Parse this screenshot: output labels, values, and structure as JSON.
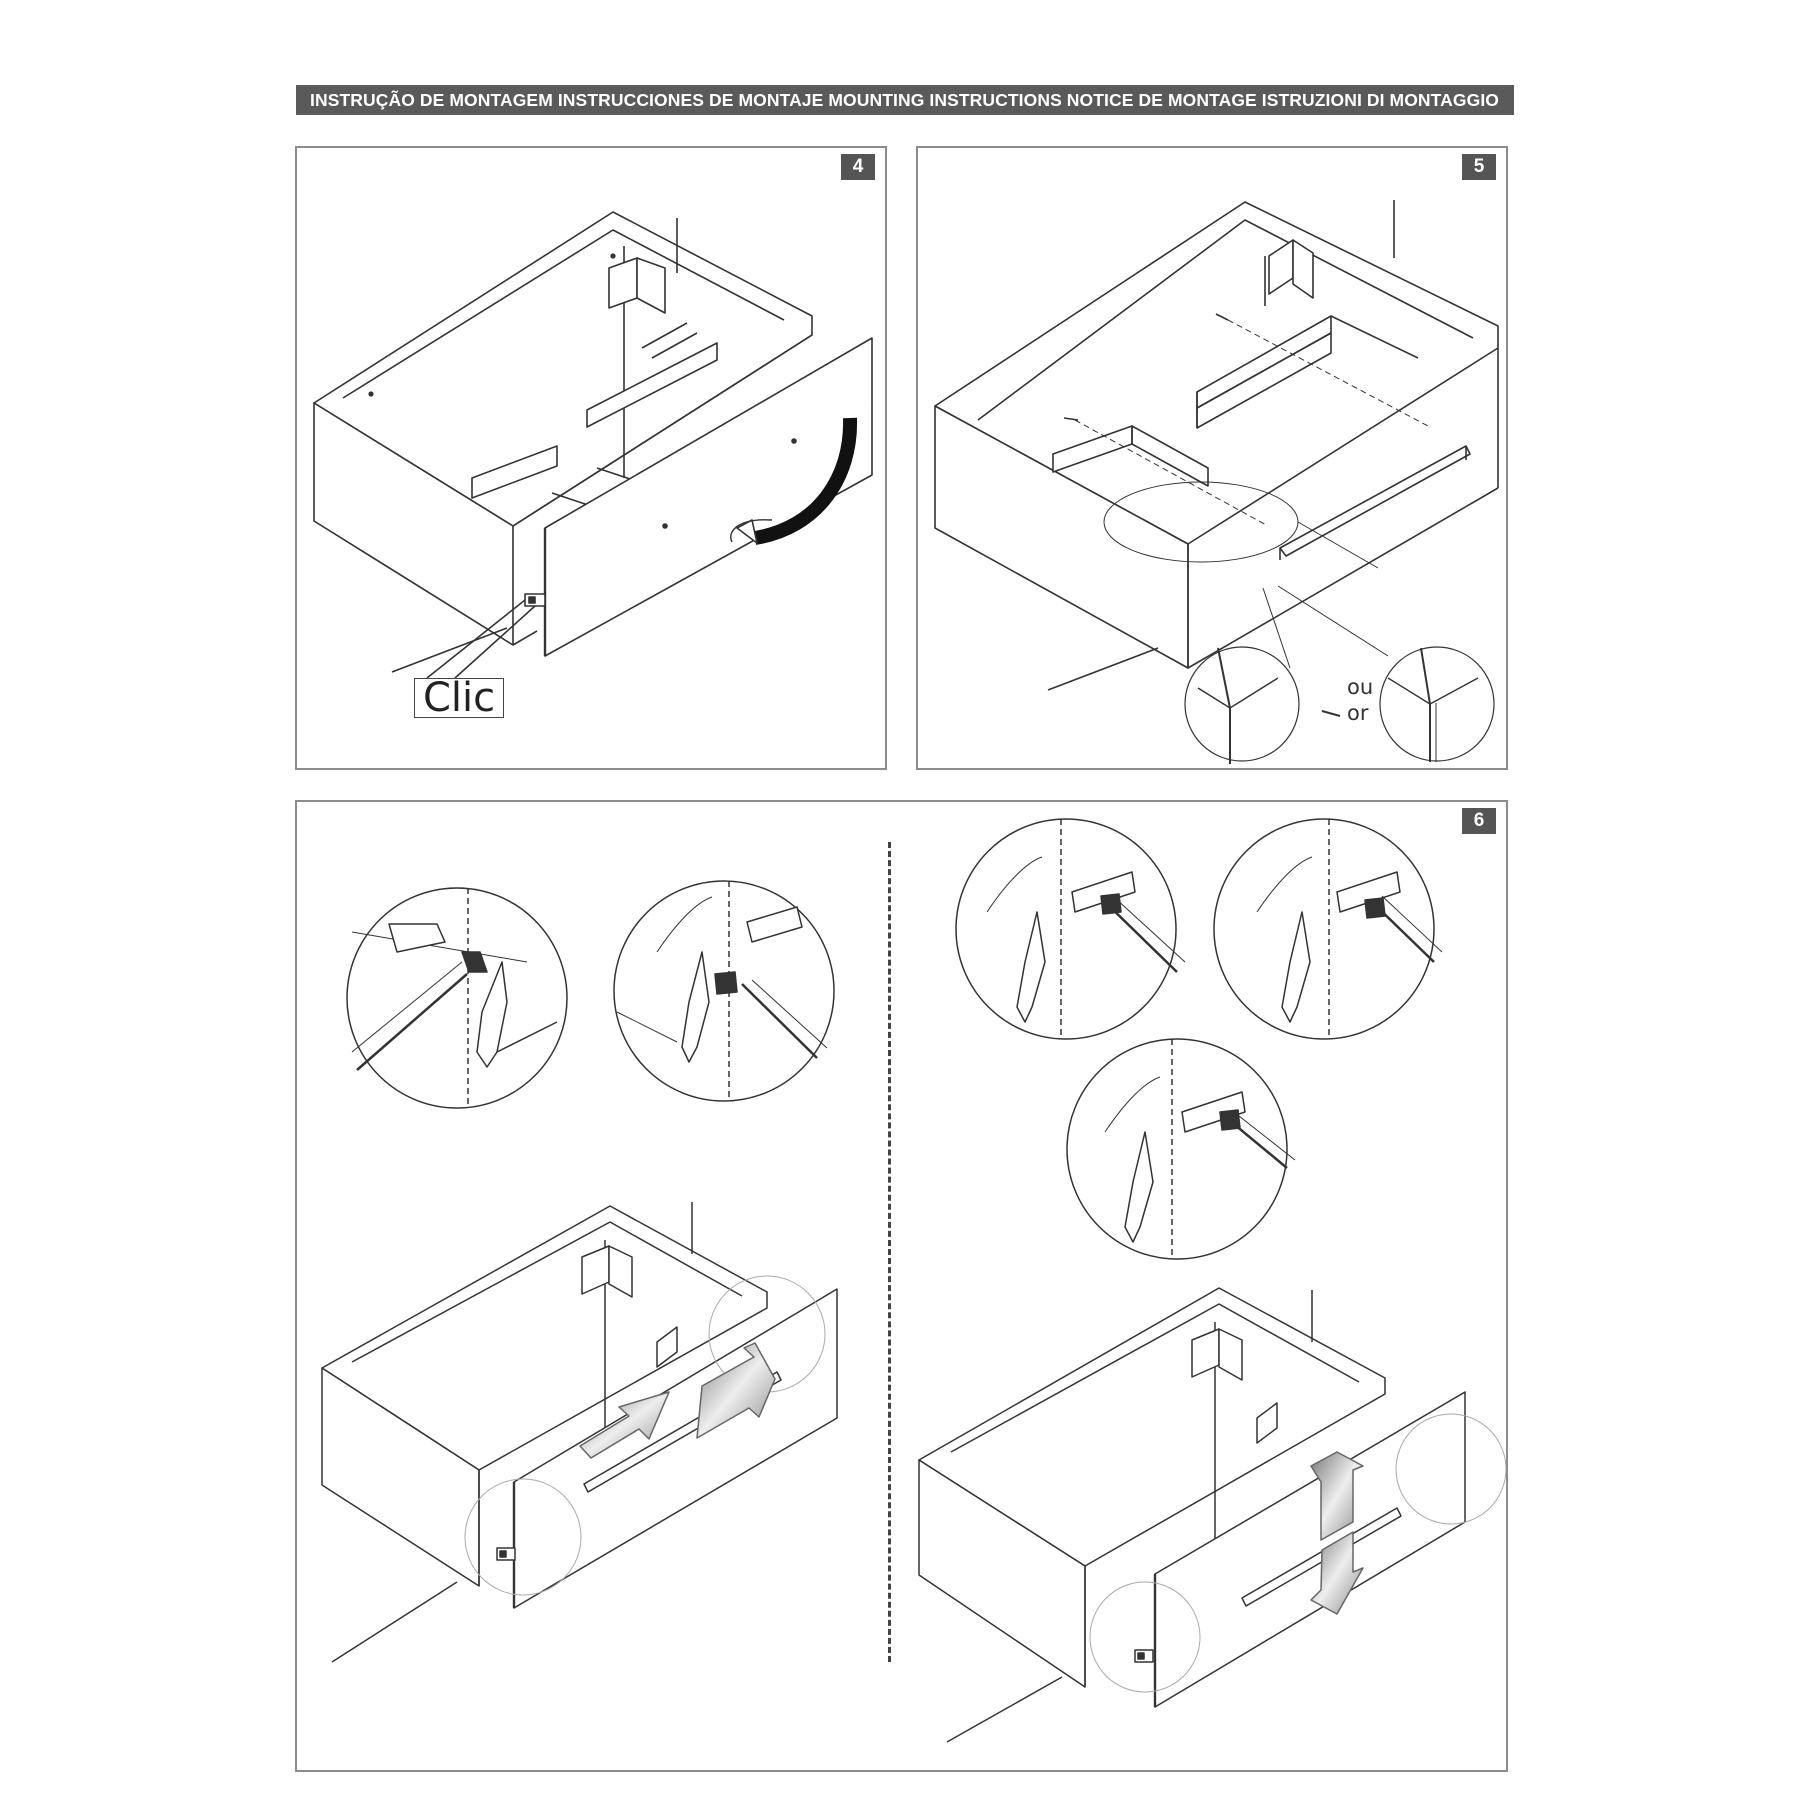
{
  "header": {
    "title": "INSTRUÇÃO DE MONTAGEM  INSTRUCCIONES DE MONTAJE  MOUNTING INSTRUCTIONS  NOTICE DE MONTAGE  ISTRUZIONI DI MONTAGGIO"
  },
  "steps": [
    {
      "number": "4",
      "callout_label": "Clic"
    },
    {
      "number": "5",
      "alt_label_1": "ou",
      "alt_label_2": "or"
    },
    {
      "number": "6"
    }
  ]
}
